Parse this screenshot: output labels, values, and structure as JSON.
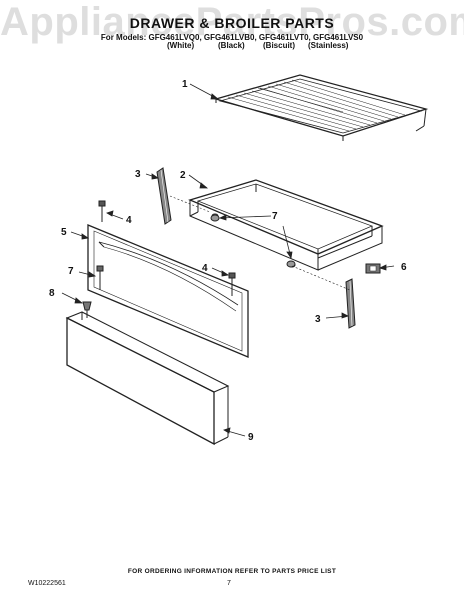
{
  "watermark": "AppliancePartsPros.com",
  "title": "DRAWER & BROILER PARTS",
  "for_models": "For Models: GFG461LVQ0, GFG461LVB0, GFG461LVT0, GFG461LVS0",
  "variants": [
    "(White)",
    "(Black)",
    "(Biscuit)",
    "(Stainless)"
  ],
  "callouts": [
    "1",
    "2",
    "3",
    "4",
    "5",
    "6",
    "7",
    "8",
    "9"
  ],
  "footer": {
    "order_info": "FOR ORDERING INFORMATION REFER TO PARTS PRICE LIST",
    "doc_number": "W10222561",
    "page_number": "7"
  }
}
